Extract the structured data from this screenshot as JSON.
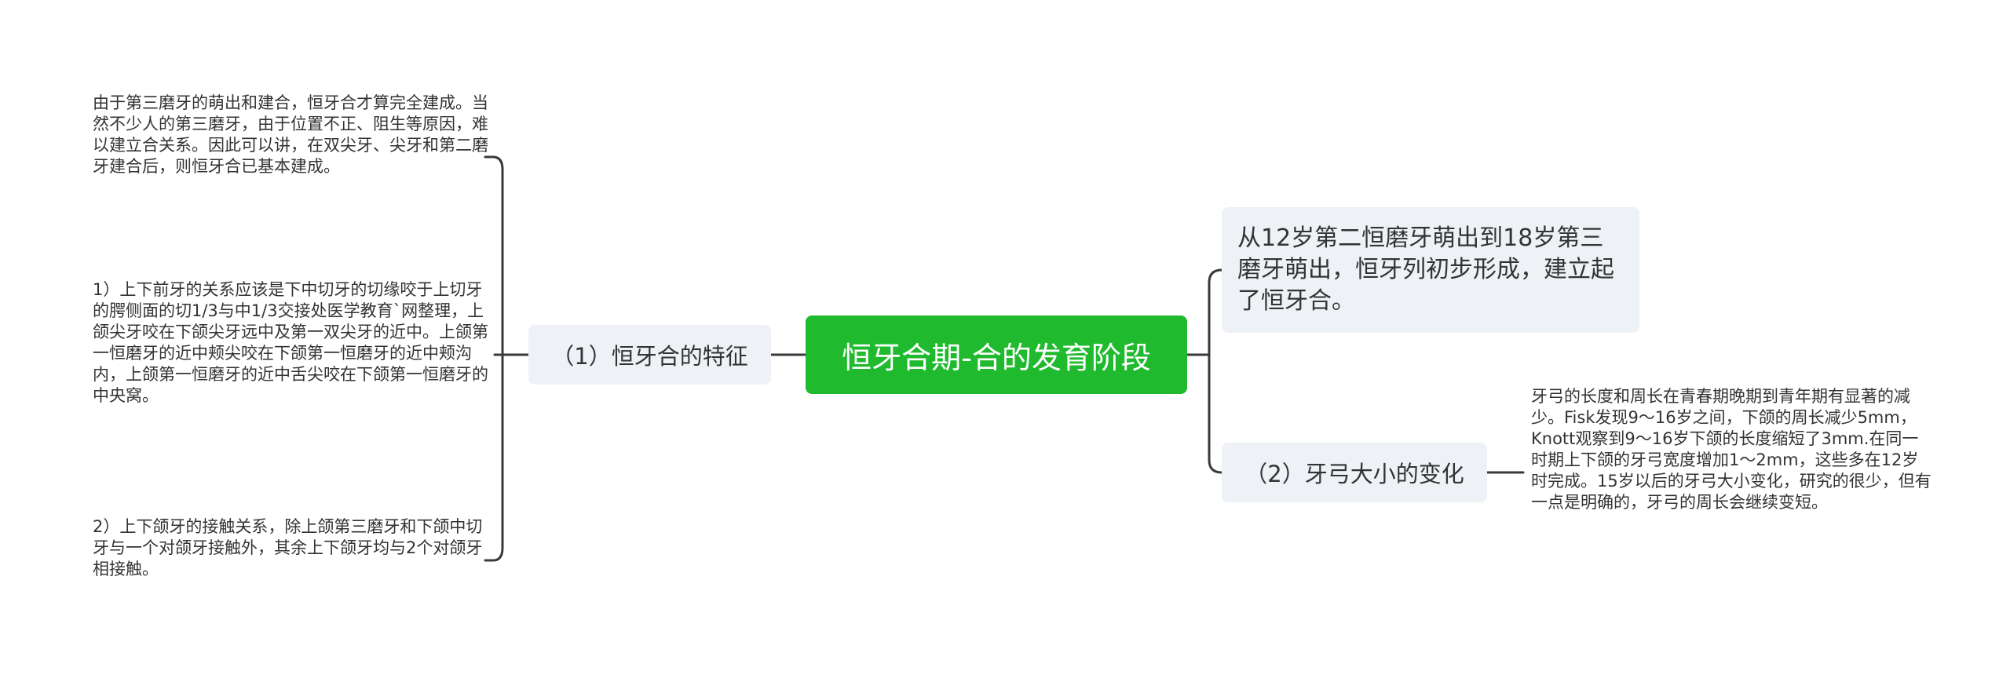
{
  "colors": {
    "root_bg": "#1fba2e",
    "root_text": "#ffffff",
    "topic_bg": "#eef1f5",
    "text": "#333333",
    "line": "#3a3a3a"
  },
  "root": {
    "label": "恒牙合期-合的发育阶段"
  },
  "left": {
    "topic": "（1）恒牙合的特征",
    "leaves": [
      "由于第三磨牙的萌出和建合，恒牙合才算完全建成。当然不少人的第三磨牙，由于位置不正、阻生等原因，难以建立合关系。因此可以讲，在双尖牙、尖牙和第二磨牙建合后，则恒牙合已基本建成。",
      "1）上下前牙的关系应该是下中切牙的切缘咬于上切牙的腭侧面的切1/3与中1/3交接处医学教育`网整理，上颌尖牙咬在下颌尖牙远中及第一双尖牙的近中。上颌第一恒磨牙的近中颊尖咬在下颌第一恒磨牙的近中颊沟内，上颌第一恒磨牙的近中舌尖咬在下颌第一恒磨牙的中央窝。",
      "2）上下颌牙的接触关系，除上颌第三磨牙和下颌中切牙与一个对颌牙接触外，其余上下颌牙均与2个对颌牙相接触。"
    ]
  },
  "right": {
    "topic1": "从12岁第二恒磨牙萌出到18岁第三磨牙萌出，恒牙列初步形成，建立起了恒牙合。",
    "topic2": "（2）牙弓大小的变化",
    "topic2_leaf": "牙弓的长度和周长在青春期晚期到青年期有显著的减少。Fisk发现9～16岁之间，下颌的周长减少5mm，Knott观察到9～16岁下颌的长度缩短了3mm.在同一时期上下颌的牙弓宽度增加1～2mm，这些多在12岁时完成。15岁以后的牙弓大小变化，研究的很少，但有一点是明确的，牙弓的周长会继续变短。"
  }
}
